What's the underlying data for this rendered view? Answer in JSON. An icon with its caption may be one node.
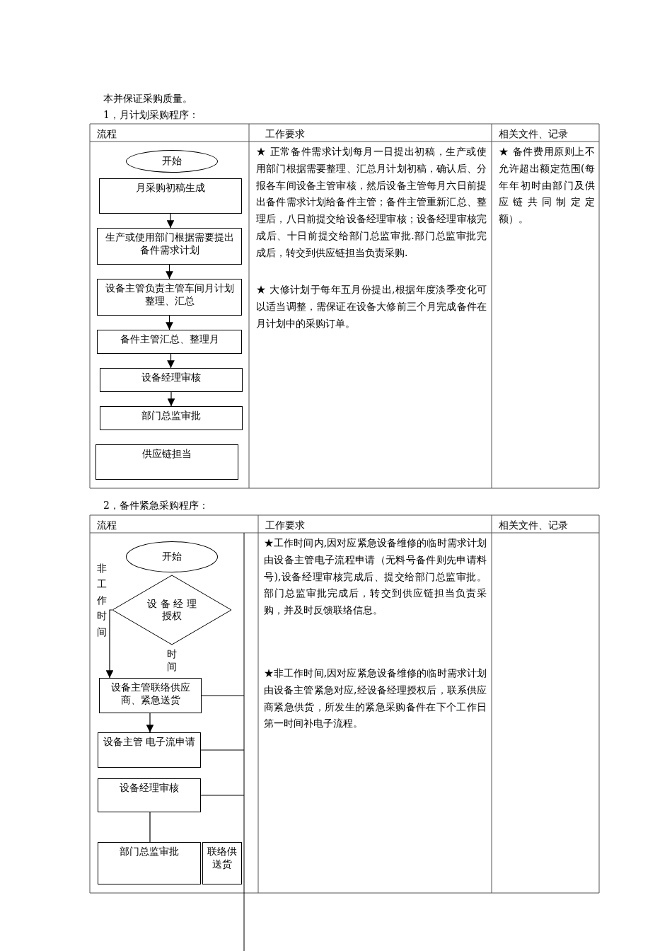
{
  "diagram": {
    "nodes": [
      {
        "text": [
          "开始"
        ]
      },
      {
        "text": [
          "月采购初稿生成"
        ]
      },
      {
        "text": [
          "生产或使用部门根据需要提出备件需求计划"
        ]
      },
      {
        "text": [
          "设备主管负责主管车间月计划整理、汇总"
        ]
      },
      {
        "text": [
          "备件主管汇总、整理月"
        ]
      },
      {
        "text": [
          "设备经理审核"
        ]
      },
      {
        "text": [
          "部门总监审批"
        ]
      },
      {
        "text": [
          "供应链担当"
        ]
      },
      {
        "text": [
          "开始"
        ]
      },
      {
        "text": [
          "设 备 经 理授权"
        ]
      },
      {
        "text": [
          "设备主管联络供应商、紧急送货"
        ]
      },
      {
        "text": [
          "设备主管 电子流申请"
        ]
      },
      {
        "text": [
          "设备经理审核"
        ]
      },
      {
        "text": [
          "部门总监审批"
        ]
      },
      {
        "text": [
          "联络供送货"
        ]
      }
    ],
    "edges": [
      {
        "from": 1,
        "to": 2,
        "arrow": "to"
      },
      {
        "from": 2,
        "to": 3,
        "arrow": "to"
      },
      {
        "from": 3,
        "to": 4,
        "arrow": "to"
      },
      {
        "from": 4,
        "to": 5,
        "arrow": "to"
      },
      {
        "from": 5,
        "to": 6,
        "arrow": "to"
      },
      {
        "from": 9,
        "to": 10,
        "arrow": "to",
        "label": "非工作时间"
      },
      {
        "from": 10,
        "to": 11,
        "arrow": "to"
      },
      {
        "from": 10,
        "to": null,
        "arrow": "none"
      },
      {
        "from": 11,
        "to": null,
        "arrow": "none"
      },
      {
        "from": 12,
        "to": null,
        "arrow": "none"
      },
      {
        "from": 12,
        "to": 13,
        "arrow": "none"
      }
    ],
    "labels": [
      "本并保证采购质量。",
      "1，月计划采购程序：",
      "流程",
      "工作要求",
      "相关文件、记录",
      "★ 正常备件需求计划每月一日提出初稿，生产或使用部门根据需要整理、汇总月计划初稿，确认后、分报各车间设备主管审核，然后设备主管每月六日前提出备件需求计划给备件主管；备件主管重新汇总、整理后，八日前提交给设备经理审核；设备经理审核完成后、十日前提交给部门总监审批.部门总监审批完成后，转交到供应链担当负责采购.",
      "★ 大修计划于每年五月份提出,根据年度淡季变化可以适当调整，需保证在设备大修前三个月完成备件在月计划中的采购订单。",
      "★ 备件费用原则上不允许超出额定范围(每年年初时由部门及供应链共同制定定额）。",
      "2，备件紧急采购程序：",
      "流程",
      "工作要求",
      "相关文件、记录",
      "★工作时间内,因对应紧急设备维修的临时需求计划由设备主管电子流程申请（无料号备件则先申请料号),设备经理审核完成后、提交给部门总监审批。部门总监审批完成后，转交到供应链担当负责采购，并及时反馈联络信息。",
      "★非工作时间,因对应紧急设备维修的临时需求计划由设备主管紧急对应,经设备经理授权后，联系供应商紧急供货，所发生的紧急采购备件在下个工作日第一时间补电子流程。",
      "时间"
    ]
  }
}
